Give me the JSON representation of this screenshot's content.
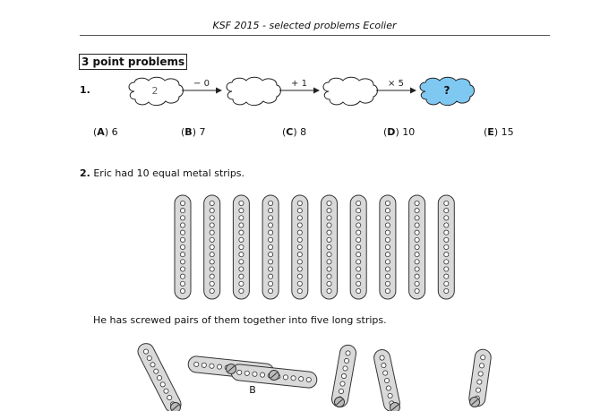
{
  "header": {
    "title": "KSF 2015 - selected problems Ecolier"
  },
  "section": {
    "heading": "3 point problems"
  },
  "q1": {
    "number": "1.",
    "start_value": "2",
    "ops": [
      "− 0",
      "+ 1",
      "× 5"
    ],
    "result": "?",
    "answers": [
      {
        "letter": "A",
        "value": "6"
      },
      {
        "letter": "B",
        "value": "7"
      },
      {
        "letter": "C",
        "value": "8"
      },
      {
        "letter": "D",
        "value": "10"
      },
      {
        "letter": "E",
        "value": "15"
      }
    ]
  },
  "q2": {
    "number": "2.",
    "text": "Eric had 10 equal metal strips.",
    "strip_count": 10,
    "followup": "He has screwed pairs of them together into five long strips.",
    "label_b": "B"
  },
  "colors": {
    "cloud_highlight": "#7ec8f2",
    "strip_fill": "#d9d9d9"
  }
}
